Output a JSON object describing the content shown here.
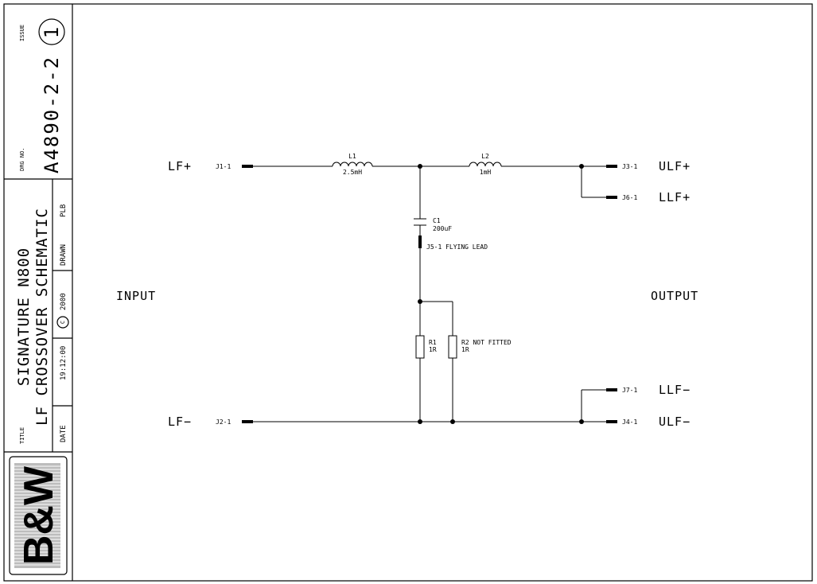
{
  "title_block": {
    "issue_label": "ISSUE",
    "issue_number": "1",
    "drg_label": "DRG NO.",
    "drg_number": "A4890-2-2",
    "title_line1": "SIGNATURE N800",
    "title_line2": "LF CROSSOVER SCHEMATIC",
    "drawn_label": "DRAWN",
    "drawn_by": "PLB",
    "copyright_symbol": "C",
    "copyright_year": "2000",
    "title_label": "TITLE",
    "time": "19:12:00",
    "date_label": "DATE",
    "logo": "B&W"
  },
  "schematic": {
    "input_label": "INPUT",
    "output_label": "OUTPUT",
    "terminals": {
      "lf_plus": "LF+",
      "lf_minus": "LF−",
      "ulf_plus": "ULF+",
      "llf_plus": "LLF+",
      "llf_minus": "LLF−",
      "ulf_minus": "ULF−"
    },
    "connectors": {
      "j1": "J1-1",
      "j2": "J2-1",
      "j3": "J3-1",
      "j6": "J6-1",
      "j7": "J7-1",
      "j4": "J4-1",
      "j5": "J5-1 FLYING LEAD"
    },
    "components": {
      "l1_ref": "L1",
      "l1_value": "2.5mH",
      "l2_ref": "L2",
      "l2_value": "1mH",
      "c1_ref": "C1",
      "c1_value": "200uF",
      "r1_ref": "R1",
      "r1_value": "1R",
      "r2_ref": "R2 NOT FITTED",
      "r2_value": "1R"
    }
  }
}
